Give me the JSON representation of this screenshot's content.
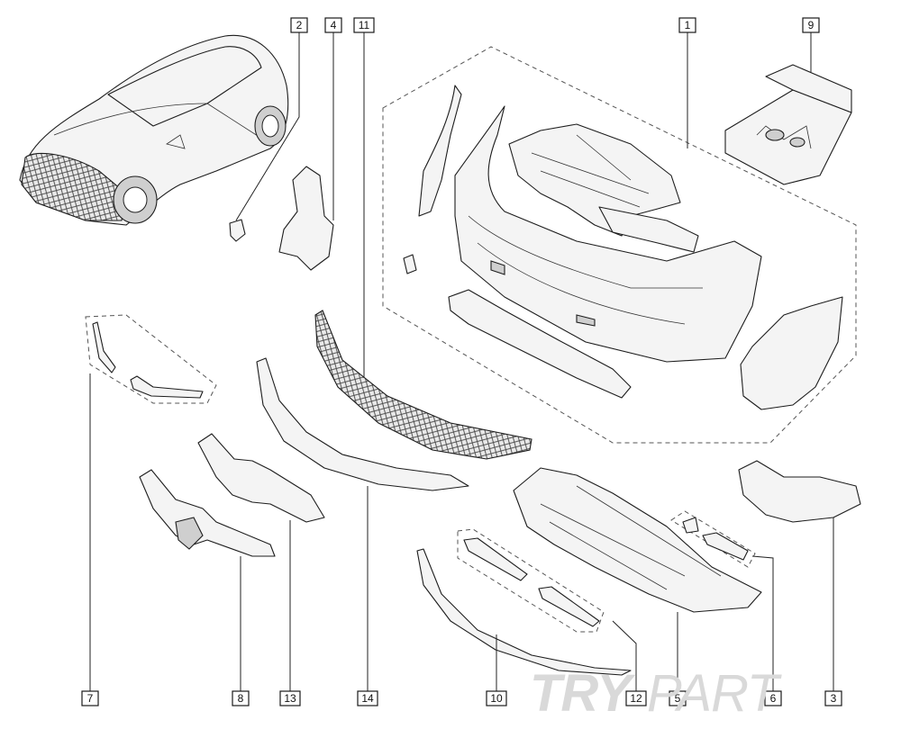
{
  "watermark": {
    "bold_part": "TRY",
    "light_part": "PART",
    "color": "#d9d9d9"
  },
  "callouts": [
    {
      "label": "1"
    },
    {
      "label": "2"
    },
    {
      "label": "4"
    },
    {
      "label": "11"
    },
    {
      "label": "9"
    },
    {
      "label": "7"
    },
    {
      "label": "8"
    },
    {
      "label": "13"
    },
    {
      "label": "14"
    },
    {
      "label": "10"
    },
    {
      "label": "12"
    },
    {
      "label": "5"
    },
    {
      "label": "6"
    },
    {
      "label": "3"
    }
  ],
  "parts": [
    {
      "icon": "car-icon"
    },
    {
      "icon": "bumper-cover-icon"
    },
    {
      "icon": "parts-box-icon"
    },
    {
      "icon": "bracket-icon"
    },
    {
      "icon": "clip-icon"
    },
    {
      "icon": "lower-grille-mesh-icon"
    },
    {
      "icon": "trim-strip-icon"
    },
    {
      "icon": "front-grille-icon"
    },
    {
      "icon": "absorber-icon"
    },
    {
      "icon": "spoiler-lip-icon"
    }
  ]
}
